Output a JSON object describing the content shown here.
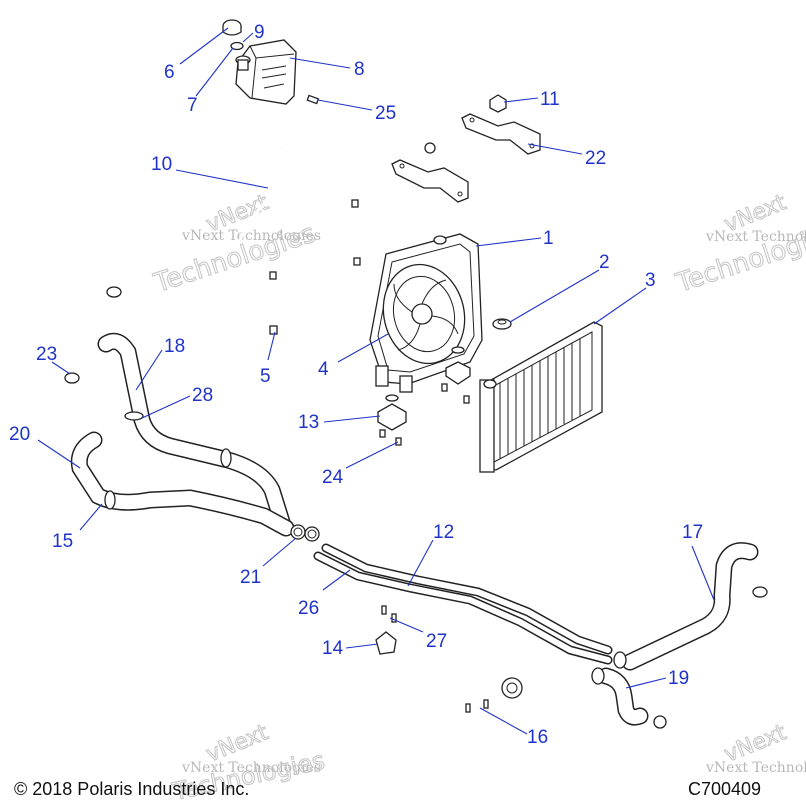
{
  "callouts": [
    {
      "id": "1",
      "label": "1"
    },
    {
      "id": "2",
      "label": "2"
    },
    {
      "id": "3",
      "label": "3"
    },
    {
      "id": "4",
      "label": "4"
    },
    {
      "id": "5",
      "label": "5"
    },
    {
      "id": "6",
      "label": "6"
    },
    {
      "id": "7",
      "label": "7"
    },
    {
      "id": "8",
      "label": "8"
    },
    {
      "id": "9",
      "label": "9"
    },
    {
      "id": "10",
      "label": "10"
    },
    {
      "id": "11",
      "label": "11"
    },
    {
      "id": "12",
      "label": "12"
    },
    {
      "id": "13",
      "label": "13"
    },
    {
      "id": "14",
      "label": "14"
    },
    {
      "id": "15",
      "label": "15"
    },
    {
      "id": "16",
      "label": "16"
    },
    {
      "id": "17",
      "label": "17"
    },
    {
      "id": "18",
      "label": "18"
    },
    {
      "id": "19",
      "label": "19"
    },
    {
      "id": "20",
      "label": "20"
    },
    {
      "id": "21",
      "label": "21"
    },
    {
      "id": "22",
      "label": "22"
    },
    {
      "id": "23",
      "label": "23"
    },
    {
      "id": "24",
      "label": "24"
    },
    {
      "id": "25",
      "label": "25"
    },
    {
      "id": "26",
      "label": "26"
    },
    {
      "id": "27",
      "label": "27"
    },
    {
      "id": "28",
      "label": "28"
    }
  ],
  "watermark": {
    "line1": "vNext Technologies",
    "line2": "vNext",
    "line3": "Technologies"
  },
  "footer": {
    "copyright": "© 2018 Polaris Industries Inc.",
    "drawing_number": "C700409"
  },
  "colors": {
    "callout": "#1f33c8",
    "line_art": "#222222",
    "watermark": "#b8b8b8"
  }
}
